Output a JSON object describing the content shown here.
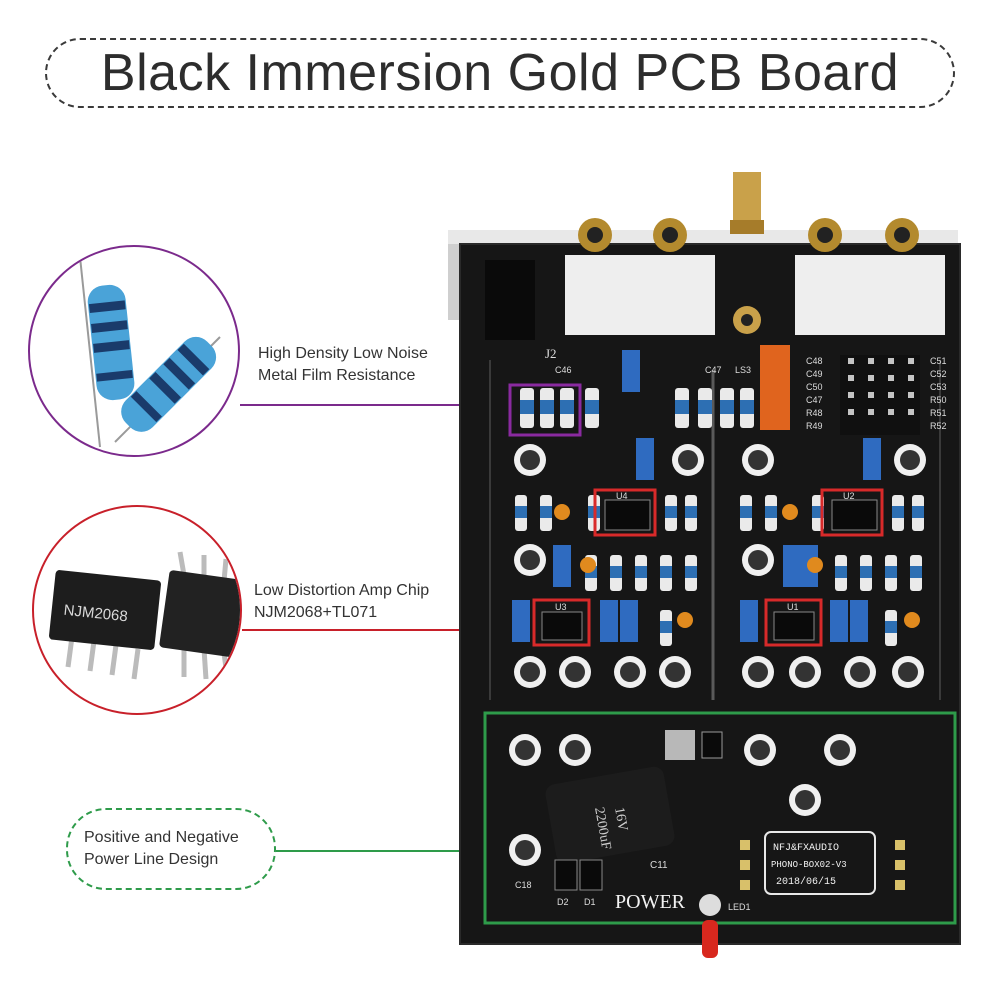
{
  "title": "Black Immersion Gold PCB Board",
  "callouts": {
    "resistor": {
      "line1": "High Density Low Noise",
      "line2": "Metal Film Resistance",
      "color": "#7b2a8c"
    },
    "chip": {
      "line1": "Low Distortion Amp Chip",
      "line2": "NJM2068+TL071",
      "chip_label": "NJM2068",
      "color": "#c8202a"
    },
    "power": {
      "line1": "Positive and Negative",
      "line2": "Power Line Design",
      "color": "#2e9b4a"
    }
  },
  "board": {
    "silkscreen": {
      "j2": "J2",
      "ls3": "LS3",
      "c46": "C46",
      "c47": "C47",
      "power": "POWER",
      "led": "LED1",
      "c11": "C11",
      "d1": "D1",
      "d2": "D2",
      "c18": "C18",
      "u4": "U4",
      "u2": "U2",
      "u3": "U3",
      "u1": "U1",
      "cap_big": "2200uF",
      "cap_v": "16V",
      "right_caps": [
        "C48",
        "C49",
        "C50",
        "C47",
        "R48",
        "R49"
      ],
      "right_caps2": [
        "C51",
        "C52",
        "C53",
        "R50",
        "R51",
        "R52"
      ]
    },
    "badge": {
      "line1": "NFJ&FXAUDIO",
      "line2": "PHONO-BOX02-V3",
      "line3": "2018/06/15"
    }
  }
}
